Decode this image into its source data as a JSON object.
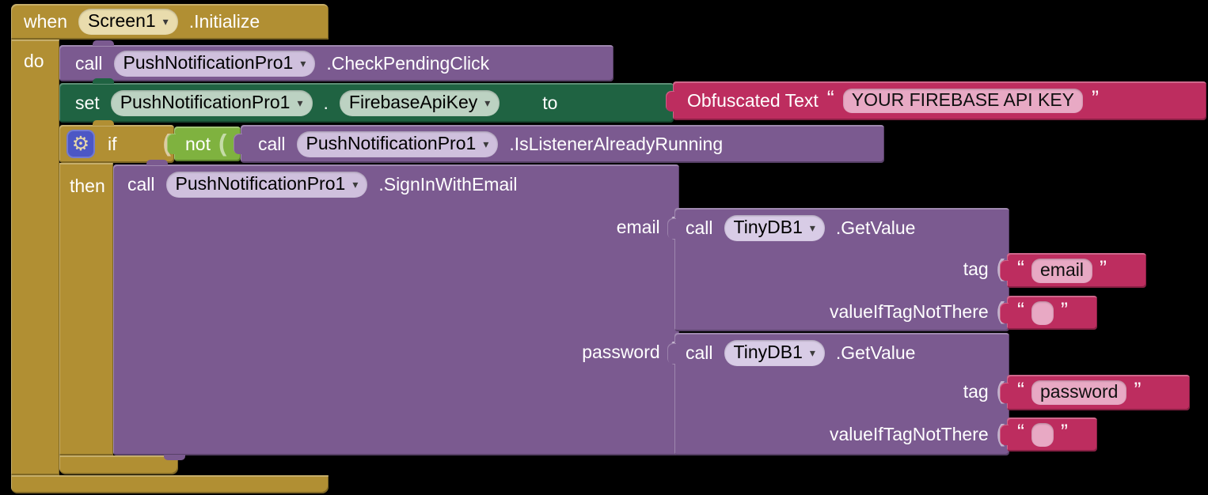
{
  "icons": {
    "dropdown_arrow": "▾",
    "gear": "⚙",
    "socket": "("
  },
  "colors": {
    "event_gold": "#B18F33",
    "method_purple": "#7B5A90",
    "setter_green": "#1F6342",
    "logic_green": "#7FB23F",
    "text_pink": "#BD2D5F",
    "mutator_blue": "#4C57C5"
  },
  "when_block": {
    "kw_when": "when",
    "component": "Screen1",
    "event": ".Initialize",
    "kw_do": "do"
  },
  "call_check_block": {
    "kw_call": "call",
    "component": "PushNotificationPro1",
    "method": ".CheckPendingClick"
  },
  "set_block": {
    "kw_set": "set",
    "component": "PushNotificationPro1",
    "dot": ".",
    "property": "FirebaseApiKey",
    "kw_to": "to"
  },
  "obfuscated_text_block": {
    "label": "Obfuscated Text",
    "open_quote": "“",
    "value": "YOUR FIREBASE API KEY",
    "close_quote": "”"
  },
  "if_block": {
    "kw_if": "if",
    "kw_then": "then"
  },
  "not_block": {
    "label": "not"
  },
  "call_listener_block": {
    "kw_call": "call",
    "component": "PushNotificationPro1",
    "method": ".IsListenerAlreadyRunning"
  },
  "call_signin_block": {
    "kw_call": "call",
    "component": "PushNotificationPro1",
    "method": ".SignInWithEmail",
    "arg_email": "email",
    "arg_password": "password"
  },
  "getvalue_email_block": {
    "kw_call": "call",
    "component": "TinyDB1",
    "method": ".GetValue",
    "arg_tag": "tag",
    "arg_value_if": "valueIfTagNotThere"
  },
  "getvalue_password_block": {
    "kw_call": "call",
    "component": "TinyDB1",
    "method": ".GetValue",
    "arg_tag": "tag",
    "arg_value_if": "valueIfTagNotThere"
  },
  "text_email": {
    "open_quote": "“",
    "value": "email",
    "close_quote": "”"
  },
  "text_empty_email": {
    "open_quote": "“",
    "value": "",
    "close_quote": "”"
  },
  "text_password": {
    "open_quote": "“",
    "value": "password",
    "close_quote": "”"
  },
  "text_empty_password": {
    "open_quote": "“",
    "value": "",
    "close_quote": "”"
  }
}
